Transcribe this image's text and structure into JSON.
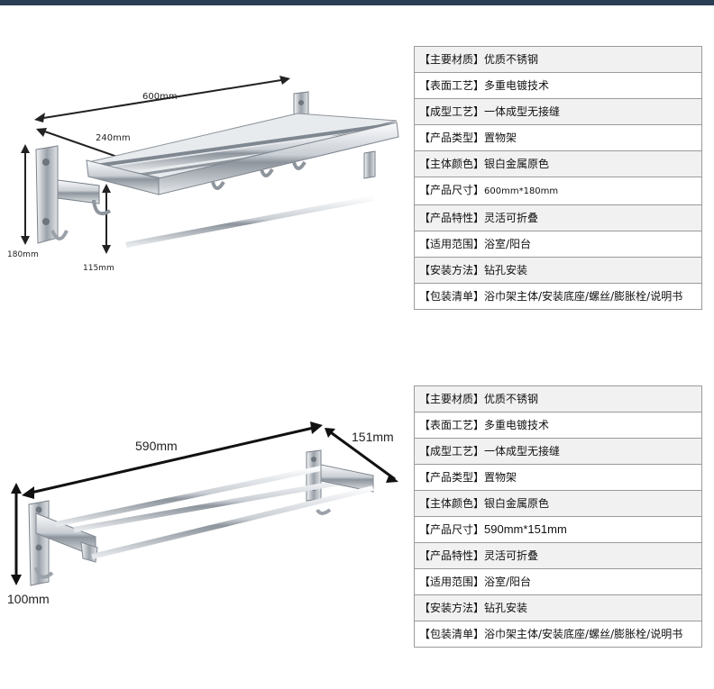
{
  "product_1": {
    "dimensions": {
      "width": "600mm",
      "depth": "240mm",
      "height": "180mm",
      "hook_depth": "115mm"
    },
    "specs": [
      {
        "label": "【主要材质】",
        "value": "优质不锈钢"
      },
      {
        "label": "【表面工艺】",
        "value": "多重电镀技术"
      },
      {
        "label": "【成型工艺】",
        "value": "一体成型无接缝"
      },
      {
        "label": "【产品类型】",
        "value": "置物架"
      },
      {
        "label": "【主体颜色】",
        "value": "银白金属原色"
      },
      {
        "label": "【产品尺寸】",
        "value": "600mm*180mm"
      },
      {
        "label": "【产品特性】",
        "value": "灵活可折叠"
      },
      {
        "label": "【适用范围】",
        "value": "浴室/阳台"
      },
      {
        "label": "【安装方法】",
        "value": "钻孔安装"
      },
      {
        "label": "【包装清单】",
        "value": "浴巾架主体/安装底座/螺丝/膨胀栓/说明书"
      }
    ]
  },
  "product_2": {
    "dimensions": {
      "width": "590mm",
      "depth": "151mm",
      "height": "100mm"
    },
    "specs": [
      {
        "label": "【主要材质】",
        "value": "优质不锈钢"
      },
      {
        "label": "【表面工艺】",
        "value": "多重电镀技术"
      },
      {
        "label": "【成型工艺】",
        "value": "一体成型无接缝"
      },
      {
        "label": "【产品类型】",
        "value": "置物架"
      },
      {
        "label": "【主体颜色】",
        "value": "银白金属原色"
      },
      {
        "label": "【产品尺寸】",
        "value": "590mm*151mm"
      },
      {
        "label": "【产品特性】",
        "value": "灵活可折叠"
      },
      {
        "label": "【适用范围】",
        "value": "浴室/阳台"
      },
      {
        "label": "【安装方法】",
        "value": "钻孔安装"
      },
      {
        "label": "【包装清单】",
        "value": "浴巾架主体/安装底座/螺丝/膨胀栓/说明书"
      }
    ]
  },
  "colors": {
    "top_rule": "#2a3e54",
    "table_border": "#9a9a9a",
    "row_alt": "#f1f1f1",
    "chrome_light": "#f4f6f8",
    "chrome_dark": "#6f7780"
  }
}
